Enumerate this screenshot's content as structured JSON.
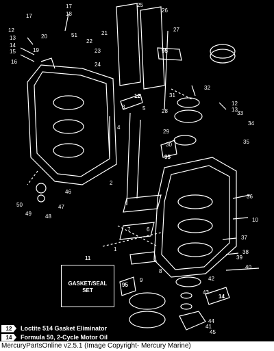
{
  "callouts": [
    "17",
    "18",
    "17",
    "19",
    "20",
    "12",
    "13",
    "14",
    "15",
    "16",
    "51",
    "50",
    "49",
    "48",
    "47",
    "46",
    "2",
    "1",
    "3",
    "4",
    "5",
    "6",
    "7",
    "8",
    "9",
    "10",
    "11",
    "21",
    "22",
    "23",
    "24",
    "25",
    "26",
    "27",
    "28",
    "29",
    "30",
    "31",
    "32",
    "33",
    "34",
    "35",
    "36",
    "37",
    "38",
    "39",
    "40",
    "41",
    "42",
    "43",
    "44",
    "45",
    "12",
    "13"
  ],
  "tube_badges": [
    "95",
    "12",
    "95",
    "95",
    "14"
  ],
  "gasket_kit": {
    "number": "11",
    "label_line1": "GASKET/SEAL",
    "label_line2": "SET"
  },
  "legend": [
    {
      "tag": "12",
      "text": "Loctite 514 Gasket Eliminator"
    },
    {
      "tag": "14",
      "text": "Formula 50, 2-Cycle Motor Oil"
    }
  ],
  "footer": "MercuryPartsOnline v2.5.1 (Image Copyright- Mercury Marine)",
  "colors": {
    "background": "#000000",
    "line": "#ffffff",
    "footer_bg": "#ffffff",
    "footer_text": "#000000"
  }
}
